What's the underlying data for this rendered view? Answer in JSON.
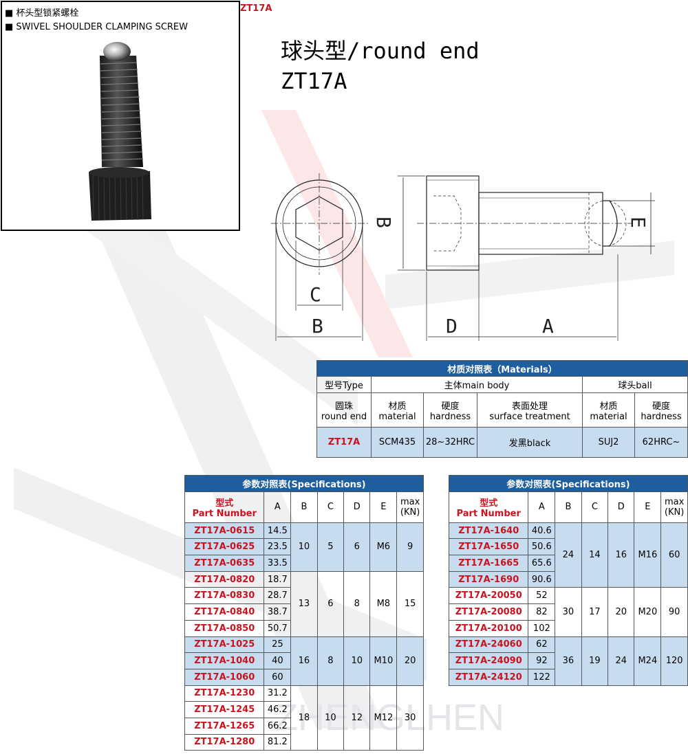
{
  "photo": {
    "label_cn": "■ 杯头型锁紧螺栓",
    "label_en": "■ SWIVEL SHOULDER CLAMPING SCREW",
    "code": "ZT17A"
  },
  "title": {
    "line1": "球头型/round end",
    "line2": "ZT17A"
  },
  "drawing": {
    "labels": {
      "B_left": "B",
      "C": "C",
      "B_bottom": "B",
      "D": "D",
      "A": "A",
      "E": "E"
    }
  },
  "materials": {
    "title": "材质对照表（Materials）",
    "type_label": "型号Type",
    "main_body": "主体main body",
    "ball": "球头ball",
    "h_type": [
      "圆珠",
      "round end"
    ],
    "h_material": [
      "材质",
      "material"
    ],
    "h_hardness": [
      "硬度",
      "hardness"
    ],
    "h_surface": [
      "表面处理",
      "surface treatment"
    ],
    "h_ball_material": [
      "材质",
      "material"
    ],
    "h_ball_hardness": [
      "硬度",
      "hardness"
    ],
    "row": {
      "type": "ZT17A",
      "material": "SCM435",
      "hardness": "28~32HRC",
      "surface": "发黑black",
      "ball_material": "SUJ2",
      "ball_hardness": "62HRC~"
    }
  },
  "spec_left": {
    "title": "参数对照表(Specifications)",
    "headers": {
      "pn_cn": "型式",
      "pn_en": "Part Number",
      "A": "A",
      "B": "B",
      "C": "C",
      "D": "D",
      "E": "E",
      "max1": "max",
      "max2": "(KN)"
    },
    "groups": [
      {
        "parts": [
          [
            "ZT17A-0615",
            "14.5"
          ],
          [
            "ZT17A-0625",
            "23.5"
          ],
          [
            "ZT17A-0635",
            "33.5"
          ]
        ],
        "B": "10",
        "C": "5",
        "D": "6",
        "E": "M6",
        "max": "9"
      },
      {
        "parts": [
          [
            "ZT17A-0820",
            "18.7"
          ],
          [
            "ZT17A-0830",
            "28.7"
          ],
          [
            "ZT17A-0840",
            "38.7"
          ],
          [
            "ZT17A-0850",
            "50.7"
          ]
        ],
        "B": "13",
        "C": "6",
        "D": "8",
        "E": "M8",
        "max": "15"
      },
      {
        "parts": [
          [
            "ZT17A-1025",
            "25"
          ],
          [
            "ZT17A-1040",
            "40"
          ],
          [
            "ZT17A-1060",
            "60"
          ]
        ],
        "B": "16",
        "C": "8",
        "D": "10",
        "E": "M10",
        "max": "20"
      },
      {
        "parts": [
          [
            "ZT17A-1230",
            "31.2"
          ],
          [
            "ZT17A-1245",
            "46.2"
          ],
          [
            "ZT17A-1265",
            "66.2"
          ],
          [
            "ZT17A-1280",
            "81.2"
          ]
        ],
        "B": "18",
        "C": "10",
        "D": "12",
        "E": "M12",
        "max": "30"
      }
    ]
  },
  "spec_right": {
    "title": "参数对照表(Specifications)",
    "headers": {
      "pn_cn": "型式",
      "pn_en": "Part Number",
      "A": "A",
      "B": "B",
      "C": "C",
      "D": "D",
      "E": "E",
      "max1": "max",
      "max2": "(KN)"
    },
    "groups": [
      {
        "parts": [
          [
            "ZT17A-1640",
            "40.6"
          ],
          [
            "ZT17A-1650",
            "50.6"
          ],
          [
            "ZT17A-1665",
            "65.6"
          ],
          [
            "ZT17A-1690",
            "90.6"
          ]
        ],
        "B": "24",
        "C": "14",
        "D": "16",
        "E": "M16",
        "max": "60"
      },
      {
        "parts": [
          [
            "ZT17A-20050",
            "52"
          ],
          [
            "ZT17A-20080",
            "82"
          ],
          [
            "ZT17A-20100",
            "102"
          ]
        ],
        "B": "30",
        "C": "17",
        "D": "20",
        "E": "M20",
        "max": "90"
      },
      {
        "parts": [
          [
            "ZT17A-24060",
            "62"
          ],
          [
            "ZT17A-24090",
            "92"
          ],
          [
            "ZT17A-24120",
            "122"
          ]
        ],
        "B": "36",
        "C": "19",
        "D": "24",
        "E": "M24",
        "max": "120"
      }
    ]
  },
  "watermark": {
    "text": "ZHENGLHEN"
  },
  "colors": {
    "header_blue": "#1f5e9e",
    "row_blue": "#c7dcef",
    "part_red": "#c8141e"
  }
}
